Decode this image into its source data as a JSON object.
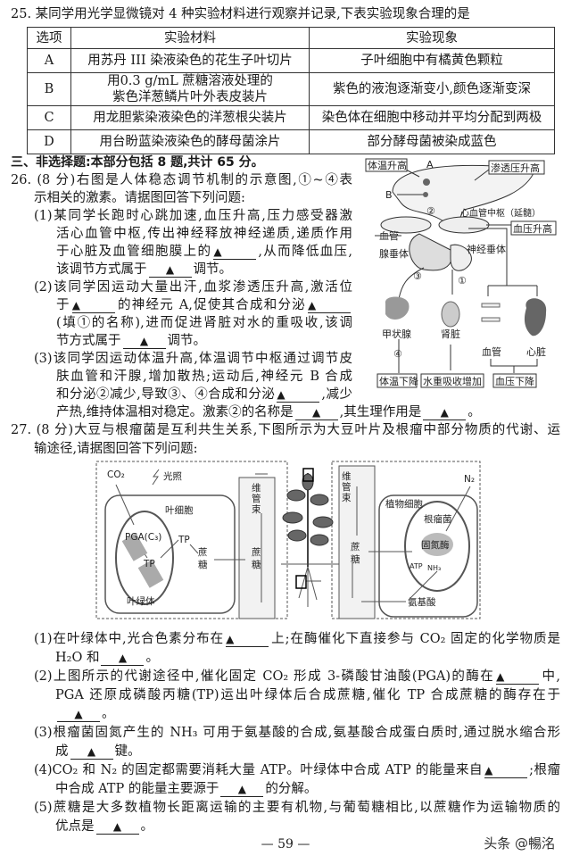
{
  "q25": {
    "stem": "25. 某同学用光学显微镜对 4 种实验材料进行观察并记录,下表实验现象合理的是",
    "headers": [
      "选项",
      "实验材料",
      "实验现象"
    ],
    "rows": [
      {
        "option": "A",
        "material": "用苏丹 III 染液染色的花生子叶切片",
        "phenomenon": "子叶细胞中有橘黄色颗粒"
      },
      {
        "option": "B",
        "material_line1": "用0.3 g/mL 蔗糖溶液处理的",
        "material_line2": "紫色洋葱鳞片叶外表皮装片",
        "phenomenon": "紫色的液泡逐渐变小,颜色逐渐变深"
      },
      {
        "option": "C",
        "material": "用龙胆紫染液染色的洋葱根尖装片",
        "phenomenon": "染色体在细胞中移动并平均分配到两极"
      },
      {
        "option": "D",
        "material": "用台盼蓝染液染色的酵母菌涂片",
        "phenomenon": "部分酵母菌被染成蓝色"
      }
    ]
  },
  "section3": "三、非选择题:本部分包括 8 题,共计 65 分。",
  "q26": {
    "lines": [
      "26. (8 分)右图是人体稳态调节机制的示意图,①~④表",
      "示相关的激素。请据图回答下列问题:",
      "(1)某同学长跑时心跳加速,血压升高,压力感受器激",
      "活心血管中枢,传出神经释放神经递质,递质作用",
      "于心脏及血管细胞膜上的▲,从而降低血压,",
      "该调节方式属于▲调节。",
      "(2)该同学因运动大量出汗,血浆渗透压升高,激活位",
      "于▲的神经元 A,促使其合成和分泌▲",
      "(填①的名称),进而促进肾脏对水的重吸收,该调",
      "节方式属于▲调节。",
      "(3)该同学因运动体温升高,体温调节中枢通过调节皮",
      "肤血管和汗腺,增加散热;运动后,神经元 B 合成",
      "和分泌②减少,导致③、④合成和分泌▲,减少",
      "产热,维持体温相对稳定。激素②的名称是▲,其生理作用是▲。"
    ],
    "diagram": {
      "box_temp_up": "体温升高",
      "label_a": "A",
      "box_osmotic_up": "渗透压升高",
      "label_b": "B",
      "label_2": "②",
      "cv_center": "心血管中枢（延髓）",
      "box_bp_up": "血压升高",
      "blood_vessel": "血管",
      "adenohypophysis": "腺垂体",
      "neurohypophysis": "神经垂体",
      "label_3": "③",
      "label_1": "①",
      "thyroid": "甲状腺",
      "kidney": "肾脏",
      "vessel": "血管",
      "heart": "心脏",
      "label_4": "④",
      "box_temp_down": "体温下降",
      "box_water_reabsorb": "水重吸收增加",
      "box_bp_down": "血压下降"
    }
  },
  "q27": {
    "lines": [
      "27. (8 分)大豆与根瘤菌是互利共生关系,下图所示为大豆叶片及根瘤中部分物质的代谢、运",
      "输途径,请据图回答下列问题:"
    ],
    "diagram": {
      "co2": "CO₂",
      "light": "光照",
      "leaf_cell": "叶细胞",
      "pga": "PGA(C₃)",
      "tp1": "TP",
      "tp2": "TP",
      "sucrose_a": "蔗",
      "sucrose_b": "糖",
      "chloroplast": "叶绿体",
      "vb1": "维",
      "vb2": "管",
      "vb3": "束",
      "plant_cell": "植物细胞",
      "n2": "N₂",
      "rhizobium": "根瘤菌",
      "nitrogenase": "固氮酶",
      "atp": "ATP",
      "nh3": "NH₃",
      "amino_acid": "氨基酸"
    },
    "subs": [
      "(1)在叶绿体中,光合色素分布在▲上;在酶催化下直接参与 CO₂ 固定的化学物质是",
      "H₂O 和▲。",
      "(2)上图所示的代谢途径中,催化固定 CO₂ 形成 3-磷酸甘油酸(PGA)的酶在▲中,",
      "PGA 还原成磷酸丙糖(TP)运出叶绿体后合成蔗糖,催化 TP 合成蔗糖的酶存在于",
      "▲。",
      "(3)根瘤菌固氮产生的 NH₃ 可用于氨基酸的合成,氨基酸合成蛋白质时,通过脱水缩合形",
      "成▲键。",
      "(4)CO₂ 和 N₂ 的固定都需要消耗大量 ATP。叶绿体中合成 ATP 的能量来自▲;根瘤",
      "中合成 ATP 的能量主要源于▲的分解。",
      "(5)蔗糖是大多数植物长距离运输的主要有机物,与葡萄糖相比,以蔗糖作为运输物质的",
      "优点是▲。"
    ]
  },
  "footer": {
    "page": "— 59 —",
    "watermark": "头条 @暢洺"
  }
}
